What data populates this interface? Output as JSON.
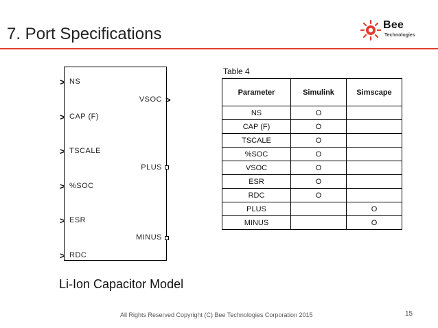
{
  "slide": {
    "title": "7. Port Specifications",
    "logo": {
      "word": "Bee",
      "sub": "Technologies",
      "accent": "#e23b2e"
    },
    "footer": "All Rights Reserved Copyright (C) Bee Technologies Corporation 2015",
    "page_number": "15"
  },
  "block": {
    "inputs": [
      "NS",
      "CAP (F)",
      "TSCALE",
      "%SOC",
      "ESR",
      "RDC"
    ],
    "outputs": [
      "VSOC",
      "PLUS",
      "MINUS"
    ],
    "caption": "Li-Ion Capacitor Model"
  },
  "table": {
    "caption": "Table 4",
    "headers": [
      "Parameter",
      "Simulink",
      "Simscape"
    ],
    "rows": [
      [
        "NS",
        "O",
        ""
      ],
      [
        "CAP (F)",
        "O",
        ""
      ],
      [
        "TSCALE",
        "O",
        ""
      ],
      [
        "%SOC",
        "O",
        ""
      ],
      [
        "VSOC",
        "O",
        ""
      ],
      [
        "ESR",
        "O",
        ""
      ],
      [
        "RDC",
        "O",
        ""
      ],
      [
        "PLUS",
        "",
        "O"
      ],
      [
        "MINUS",
        "",
        "O"
      ]
    ]
  }
}
